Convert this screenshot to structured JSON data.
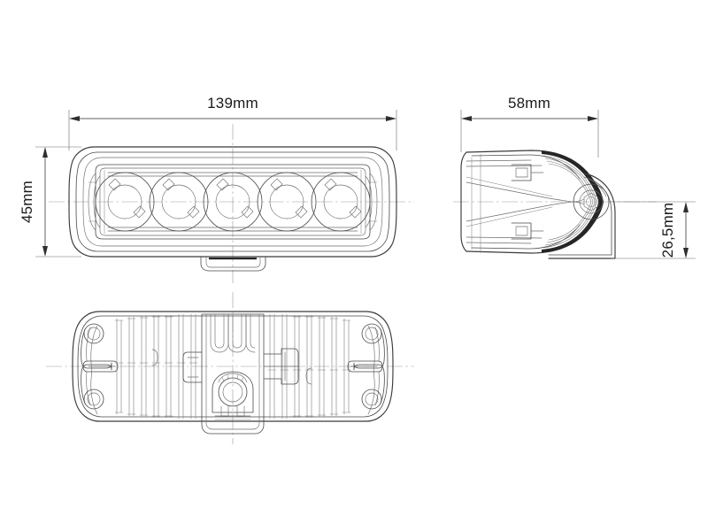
{
  "drawing": {
    "title": "LED Work Light Technical Drawing",
    "background_color": "#ffffff",
    "line_color": "#3a3a3a",
    "text_color": "#1a1a1a",
    "units": "mm"
  },
  "dimensions": {
    "width": {
      "label": "139mm",
      "value": 139,
      "view": "front",
      "orientation": "horizontal"
    },
    "height": {
      "label": "45mm",
      "value": 45,
      "view": "front",
      "orientation": "vertical"
    },
    "depth": {
      "label": "58mm",
      "value": 58,
      "view": "side",
      "orientation": "horizontal"
    },
    "bracket_height": {
      "label": "26,5mm",
      "value": 26.5,
      "view": "side",
      "orientation": "vertical"
    }
  },
  "views": {
    "front": {
      "name": "front-view",
      "led_count": 5,
      "features": [
        "housing",
        "lens-frame",
        "led-reflectors",
        "bottom-tab"
      ]
    },
    "side": {
      "name": "side-view",
      "features": [
        "lens-profile",
        "heatsink-fins",
        "mounting-bracket",
        "pivot-bolt"
      ]
    },
    "rear": {
      "name": "rear-view",
      "features": [
        "heatsink-fins",
        "mounting-bosses",
        "center-bracket",
        "cable-gland"
      ]
    }
  }
}
